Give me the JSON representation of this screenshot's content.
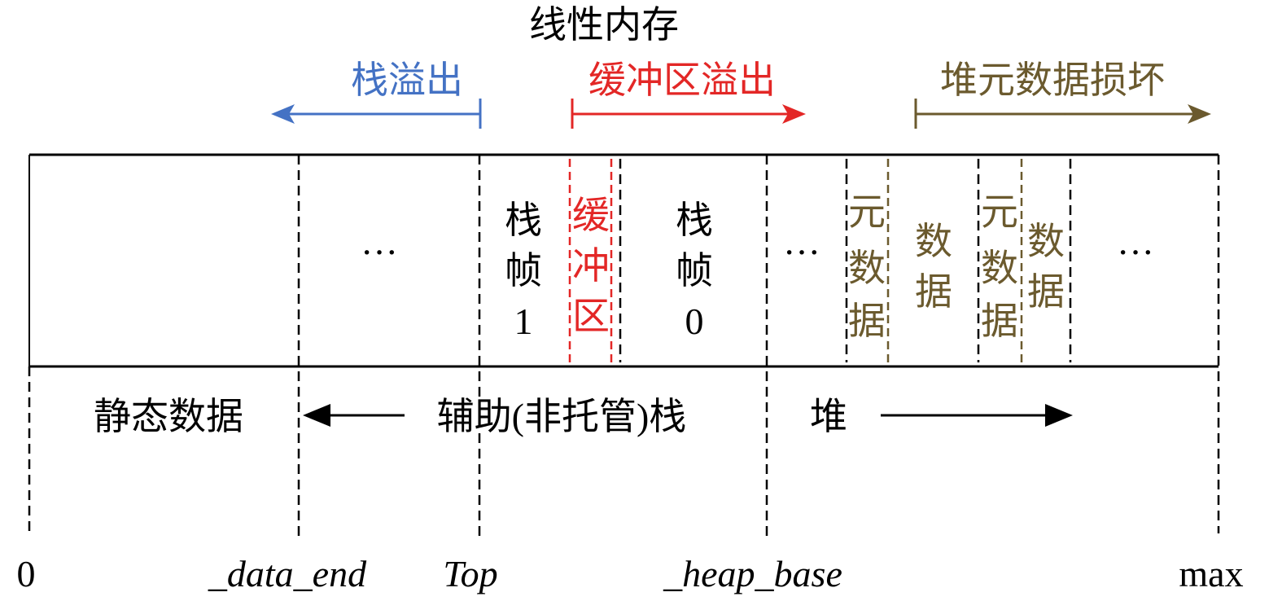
{
  "title": "线性内存",
  "colors": {
    "stack_overflow": "#4472c4",
    "buffer_overflow": "#e32726",
    "heap_metadata": "#6b5a2e",
    "line": "#000000"
  },
  "top_arrows": {
    "stack_overflow": "栈溢出",
    "buffer_overflow": "缓冲区溢出",
    "heap_metadata_corruption": "堆元数据损坏"
  },
  "cells": {
    "ellipsis1": "···",
    "frame1": [
      "栈",
      "帧",
      "1"
    ],
    "buffer": [
      "缓",
      "冲",
      "区"
    ],
    "frame0": [
      "栈",
      "帧",
      "0"
    ],
    "ellipsis2": "···",
    "metadata1": [
      "元",
      "数",
      "据"
    ],
    "data1": [
      "数",
      "据"
    ],
    "metadata2": [
      "元",
      "数",
      "据"
    ],
    "data2": [
      "数",
      "据"
    ],
    "ellipsis3": "···"
  },
  "regions": {
    "static_data": "静态数据",
    "aux_stack": "辅助(非托管)栈",
    "heap": "堆"
  },
  "addresses": {
    "zero": "0",
    "data_end": "_data_end",
    "top": "Top",
    "heap_base": "_heap_base",
    "max": "max"
  }
}
